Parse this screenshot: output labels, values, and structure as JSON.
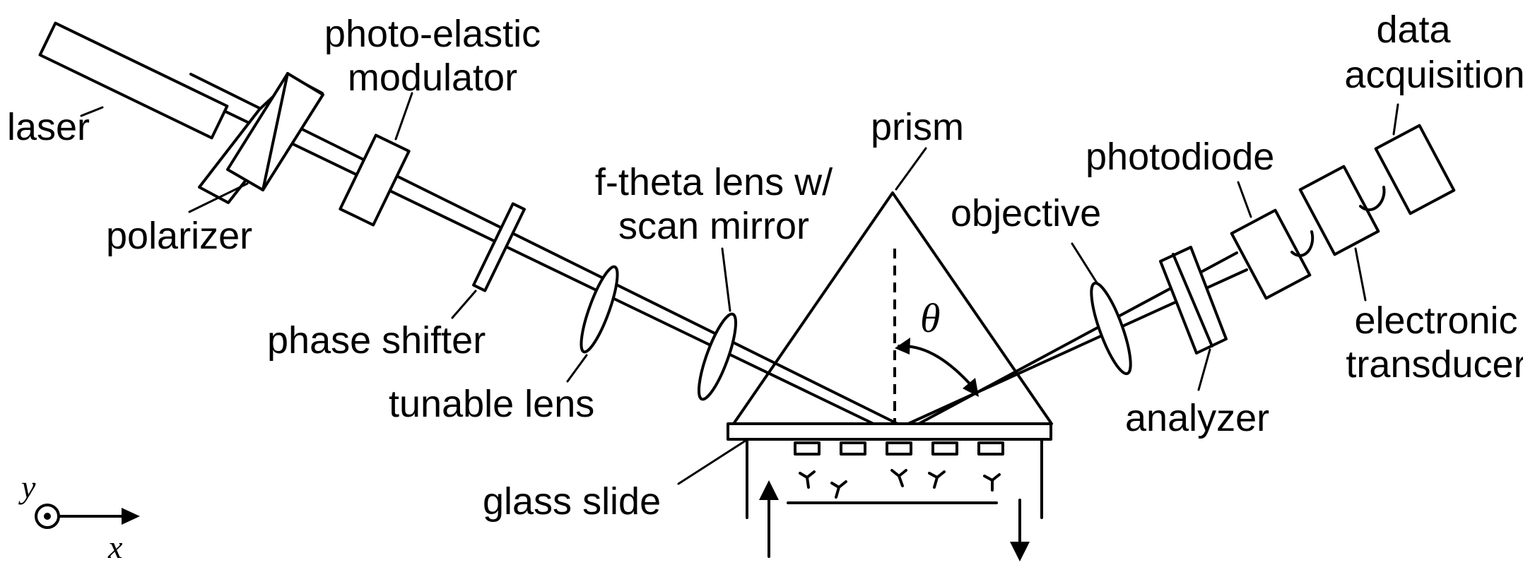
{
  "labels": {
    "laser": "laser",
    "polarizer": "polarizer",
    "pem_line1": "photo-elastic",
    "pem_line2": "modulator",
    "phase_shifter": "phase shifter",
    "tunable_lens": "tunable lens",
    "ftheta_line1": "f-theta lens w/",
    "ftheta_line2": "scan mirror",
    "prism": "prism",
    "theta": "θ",
    "objective": "objective",
    "photodiode": "photodiode",
    "data_line1": "data",
    "data_line2": "acquisition",
    "electronic_line1": "electronic",
    "electronic_line2": "transducer",
    "analyzer": "analyzer",
    "glass_slide": "glass slide",
    "axis_y": "y",
    "axis_x": "x"
  },
  "colors": {
    "ink": "#000000",
    "background": "#ffffff"
  }
}
